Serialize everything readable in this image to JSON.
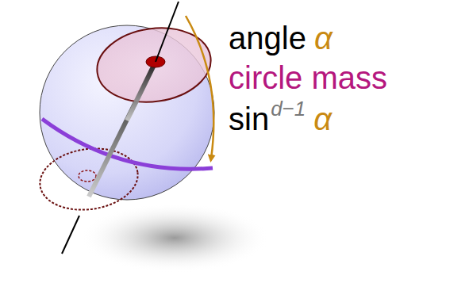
{
  "diagram": {
    "labels": [
      "angle",
      "α",
      "circle mass",
      "sin",
      "d−1",
      "α"
    ]
  }
}
